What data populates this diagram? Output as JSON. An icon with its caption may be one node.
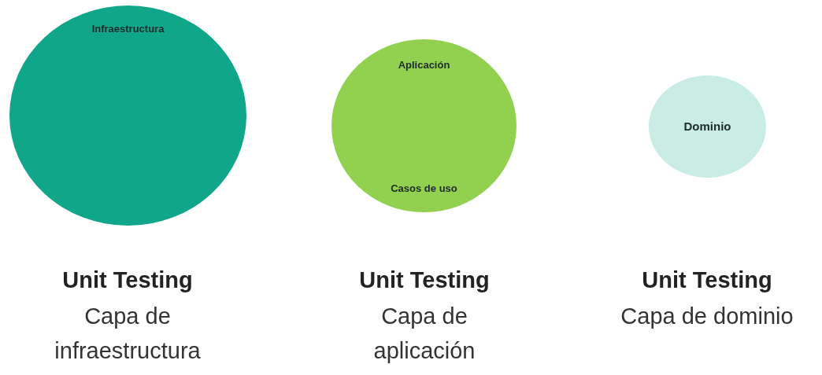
{
  "diagram": {
    "nodes": [
      {
        "text": [
          "Infraestructura"
        ],
        "beside": [
          "Unit Testing",
          "Capa de infraestructura"
        ]
      },
      {
        "text": [
          "Aplicación",
          "Casos de uso"
        ],
        "beside": [
          "Unit Testing",
          "Capa de aplicación"
        ]
      },
      {
        "text": [
          "Dominio"
        ],
        "beside": [
          "Unit Testing",
          "Capa de dominio"
        ]
      }
    ]
  }
}
